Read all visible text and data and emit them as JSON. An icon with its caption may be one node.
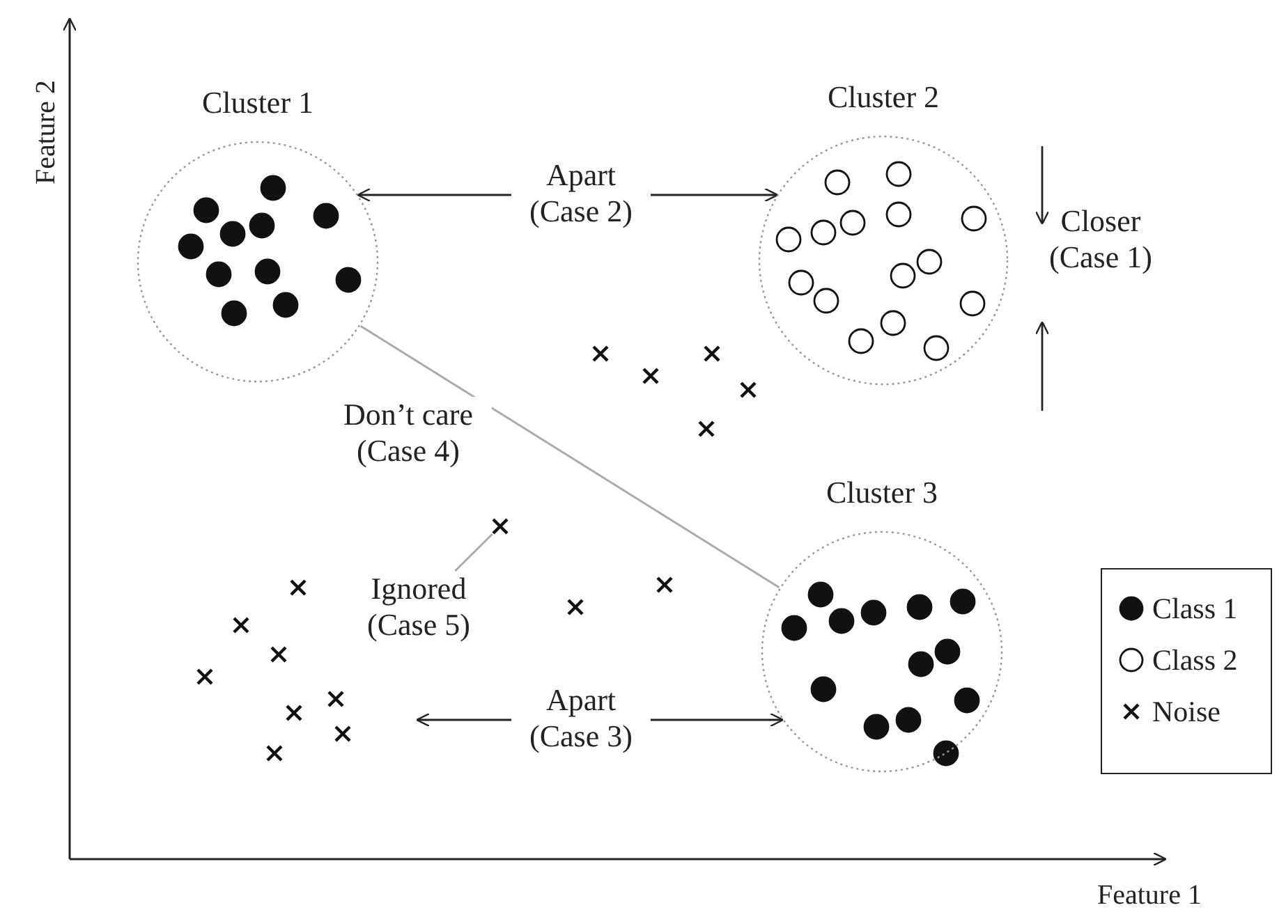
{
  "diagram": {
    "nodes": [
      {
        "text": [
          "Cluster 1"
        ]
      },
      {
        "text": [
          "Cluster 2"
        ],
        "beside": [
          "Closer (Case 1)"
        ]
      },
      {
        "text": [
          "Cluster 3"
        ]
      },
      {
        "text": [
          "Ignored (Case 5)"
        ]
      },
      {
        "text": [],
        "shape": "cross"
      }
    ],
    "edges": [
      {
        "from": 0,
        "to": 1,
        "arrow": "both",
        "label": "Apart (Case 2)"
      },
      {
        "from": 0,
        "to": 2,
        "arrow": "none",
        "label": "Don’t care (Case 4)",
        "color": "#aaaaaa"
      },
      {
        "from": null,
        "to": 2,
        "arrow": "both",
        "label": "Apart (Case 3)"
      },
      {
        "from": 3,
        "to": 4,
        "arrow": "none",
        "color": "#aaaaaa"
      }
    ],
    "labels": [
      "Feature 2",
      "Feature 1"
    ],
    "legend": [
      {
        "text": "Class 1"
      },
      {
        "text": "Class 2"
      },
      {
        "text": "Noise"
      }
    ]
  }
}
